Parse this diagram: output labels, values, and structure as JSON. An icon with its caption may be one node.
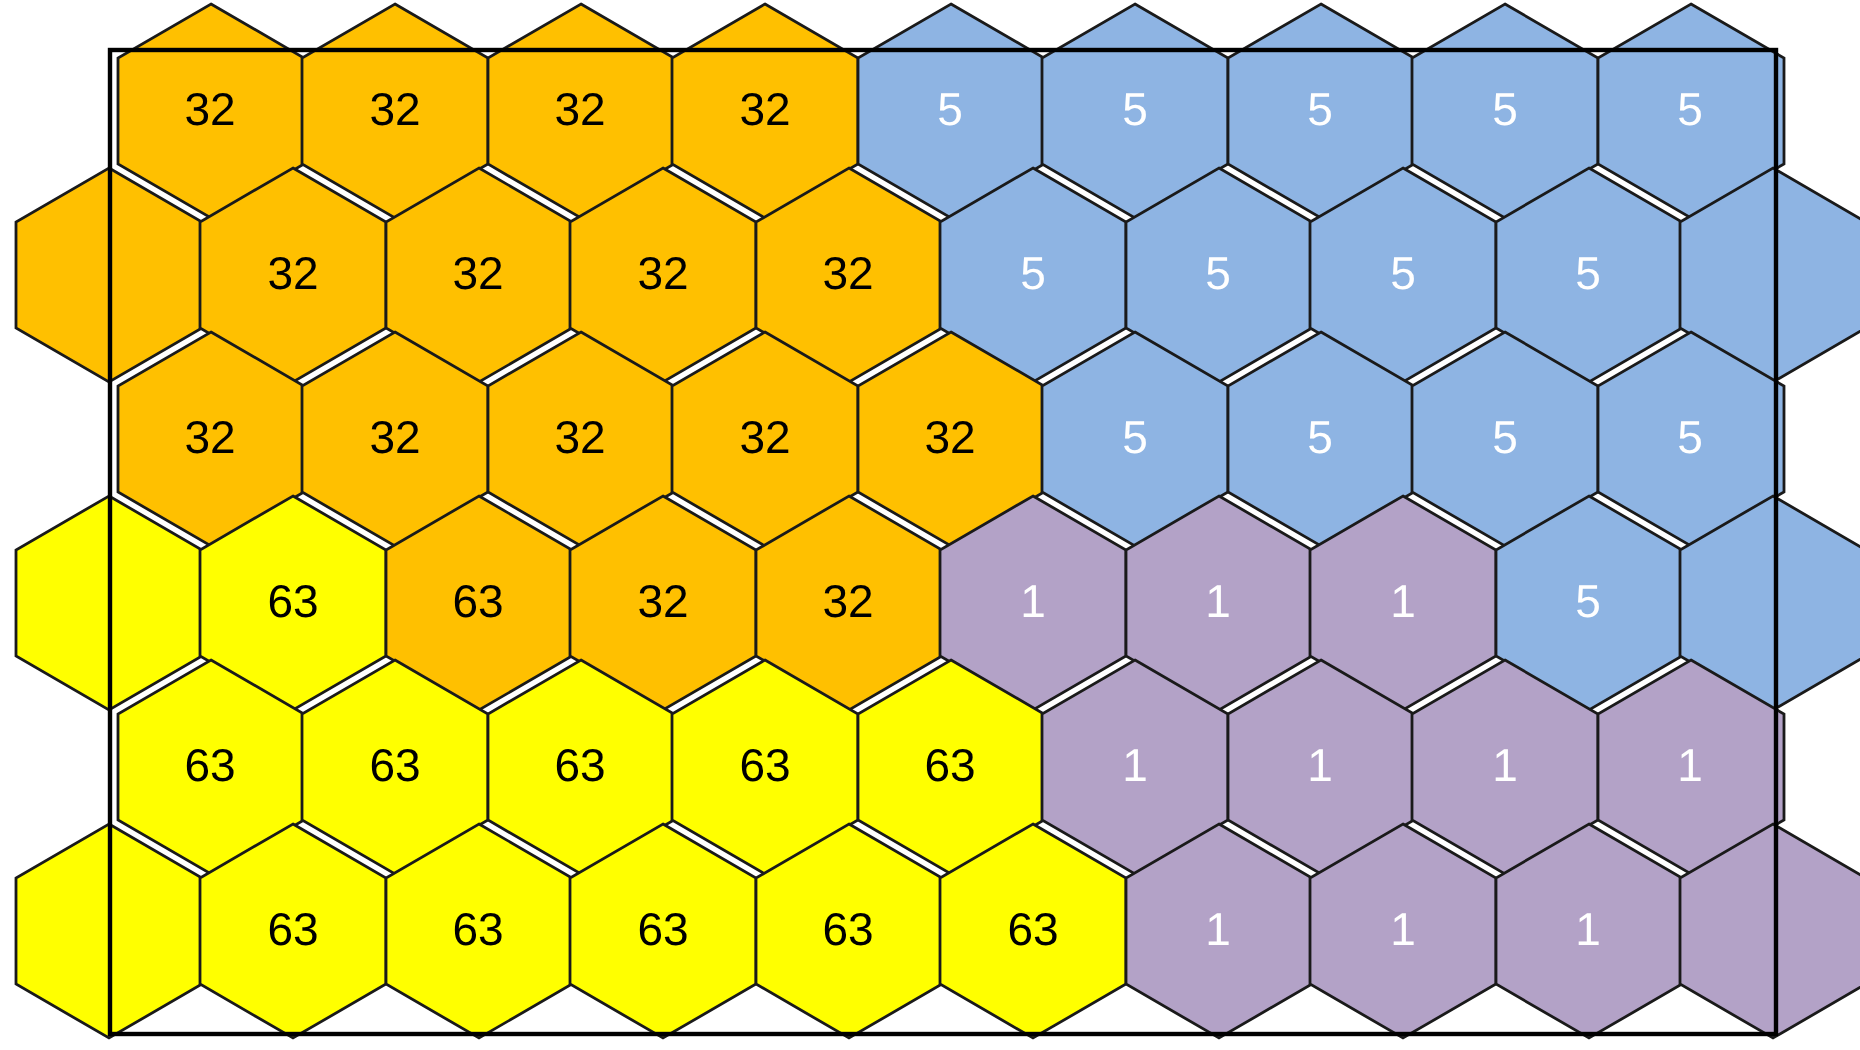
{
  "diagram": {
    "nodes": [
      {
        "text": [
          "32"
        ]
      },
      {
        "text": [
          "32"
        ]
      },
      {
        "text": [
          "32"
        ]
      },
      {
        "text": [
          "32"
        ]
      },
      {
        "text": [
          "5"
        ]
      },
      {
        "text": [
          "5"
        ]
      },
      {
        "text": [
          "5"
        ]
      },
      {
        "text": [
          "5"
        ]
      },
      {
        "text": [
          "5"
        ]
      },
      {
        "text": [],
        "shape": "hexagon"
      },
      {
        "text": [
          "32"
        ]
      },
      {
        "text": [
          "32"
        ]
      },
      {
        "text": [
          "32"
        ]
      },
      {
        "text": [
          "32"
        ]
      },
      {
        "text": [
          "5"
        ]
      },
      {
        "text": [
          "5"
        ]
      },
      {
        "text": [
          "5"
        ]
      },
      {
        "text": [
          "5"
        ]
      },
      {
        "text": [],
        "shape": "hexagon"
      },
      {
        "text": [
          "32"
        ]
      },
      {
        "text": [
          "32"
        ]
      },
      {
        "text": [
          "32"
        ]
      },
      {
        "text": [
          "32"
        ]
      },
      {
        "text": [
          "32"
        ]
      },
      {
        "text": [
          "5"
        ]
      },
      {
        "text": [
          "5"
        ]
      },
      {
        "text": [
          "5"
        ]
      },
      {
        "text": [
          "5"
        ]
      },
      {
        "text": [],
        "shape": "hexagon"
      },
      {
        "text": [
          "63"
        ]
      },
      {
        "text": [
          "63"
        ]
      },
      {
        "text": [
          "32"
        ]
      },
      {
        "text": [
          "32"
        ]
      },
      {
        "text": [
          "1"
        ]
      },
      {
        "text": [
          "1"
        ]
      },
      {
        "text": [
          "1"
        ]
      },
      {
        "text": [
          "5"
        ]
      },
      {
        "text": [],
        "shape": "hexagon"
      },
      {
        "text": [
          "63"
        ]
      },
      {
        "text": [
          "63"
        ]
      },
      {
        "text": [
          "63"
        ]
      },
      {
        "text": [
          "63"
        ]
      },
      {
        "text": [
          "63"
        ]
      },
      {
        "text": [
          "1"
        ]
      },
      {
        "text": [
          "1"
        ]
      },
      {
        "text": [
          "1"
        ]
      },
      {
        "text": [
          "1"
        ]
      },
      {
        "text": [],
        "shape": "hexagon"
      },
      {
        "text": [
          "63"
        ]
      },
      {
        "text": [
          "63"
        ]
      },
      {
        "text": [
          "63"
        ]
      },
      {
        "text": [
          "63"
        ]
      },
      {
        "text": [
          "63"
        ]
      },
      {
        "text": [
          "1"
        ]
      },
      {
        "text": [
          "1"
        ]
      },
      {
        "text": [
          "1"
        ]
      },
      {
        "text": [],
        "shape": "hexagon"
      }
    ]
  }
}
